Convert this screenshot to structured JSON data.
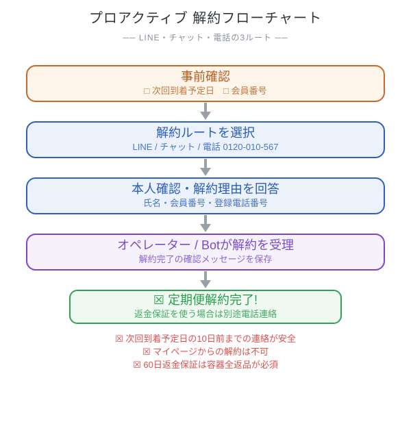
{
  "header": {
    "title": "プロアクティブ 解約フローチャート",
    "subtitle": "── LINE・チャット・電話の3ルート ──"
  },
  "flow": {
    "arrow_color": "#9aa0a6",
    "steps": [
      {
        "name": "precheck",
        "title": "事前確認",
        "subtitle": "□ 次回到着予定日　□ 会員番号",
        "colors": {
          "border": "#c66a2b",
          "background": "#fdf4ea",
          "title": "#bd5a1d",
          "subtitle": "#c77a40"
        }
      },
      {
        "name": "choose-route",
        "title": "解約ルートを選択",
        "subtitle": "LINE / チャット / 電話 0120-010-567",
        "colors": {
          "border": "#2f5fbd",
          "background": "#ecf2fb",
          "title": "#2b5cb8",
          "subtitle": "#4a77c6"
        }
      },
      {
        "name": "identity-check",
        "title": "本人確認・解約理由を回答",
        "subtitle": "氏名・会員番号・登録電話番号",
        "colors": {
          "border": "#2f5fbd",
          "background": "#ecf2fb",
          "title": "#2b5cb8",
          "subtitle": "#4a77c6"
        }
      },
      {
        "name": "operator-accept",
        "title": "オペレーター / Botが解約を受理",
        "subtitle": "解約完了の確認メッセージを保存",
        "colors": {
          "border": "#7e44c8",
          "background": "#f6f2fc",
          "title": "#7c4cc9",
          "subtitle": "#8d65cf"
        }
      },
      {
        "name": "done",
        "title": "☒ 定期便解約完了!",
        "subtitle": "返金保証を使う場合は別途電話連絡",
        "colors": {
          "border": "#2fa355",
          "background": "#eff9f1",
          "title": "#27a04c",
          "subtitle": "#48a868"
        }
      }
    ]
  },
  "notes": {
    "color": "#d9534f",
    "items": [
      "☒ 次回到着予定日の10日前までの連絡が安全",
      "☒ マイページからの解約は不可",
      "☒ 60日返金保証は容器全返品が必須"
    ]
  }
}
